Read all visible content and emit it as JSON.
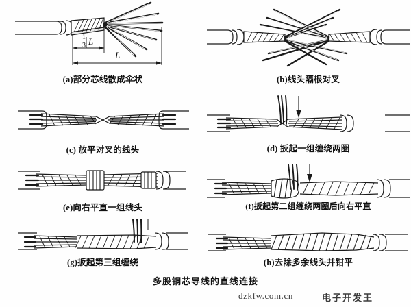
{
  "document": {
    "figure_title": "多股铜芯导线的直线连接",
    "watermark_url": "dzkfw.com.cn",
    "watermark_brand": "电子开发王",
    "background_color": "#ffffff",
    "line_color": "#1a1a1a"
  },
  "dimensions": {
    "third_l_numerator": "1",
    "third_l_denominator": "3",
    "third_l_symbol": "L",
    "full_length_symbol": "L"
  },
  "panels": [
    {
      "key": "a",
      "label": "(a)",
      "caption": "(a)部分芯线散成伞状",
      "step_text": "部分芯线散成伞状"
    },
    {
      "key": "b",
      "label": "(b)",
      "caption": "(b)线头隔根对叉",
      "step_text": "线头隔根对叉"
    },
    {
      "key": "c",
      "label": "(c)",
      "caption": "(c) 放平对叉的线头",
      "step_text": "放平对叉的线头"
    },
    {
      "key": "d",
      "label": "(d)",
      "caption": "(d) 扳起一组缠绕两圈",
      "step_text": "扳起一组缠绕两圈"
    },
    {
      "key": "e",
      "label": "(e)",
      "caption": "(e)向右平直一组线头",
      "step_text": "向右平直一组线头"
    },
    {
      "key": "f",
      "label": "(f)",
      "caption": "(f)扳起第二组缠绕两圈后向右平直",
      "step_text": "扳起第二组缠绕两圈后向右平直"
    },
    {
      "key": "g",
      "label": "(g)",
      "caption": "(g)扳起第三组缠绕",
      "step_text": "扳起第三组缠绕"
    },
    {
      "key": "h",
      "label": "(h)",
      "caption": "(h)去除多余线头并钳平",
      "step_text": "去除多余线头并钳平"
    }
  ]
}
